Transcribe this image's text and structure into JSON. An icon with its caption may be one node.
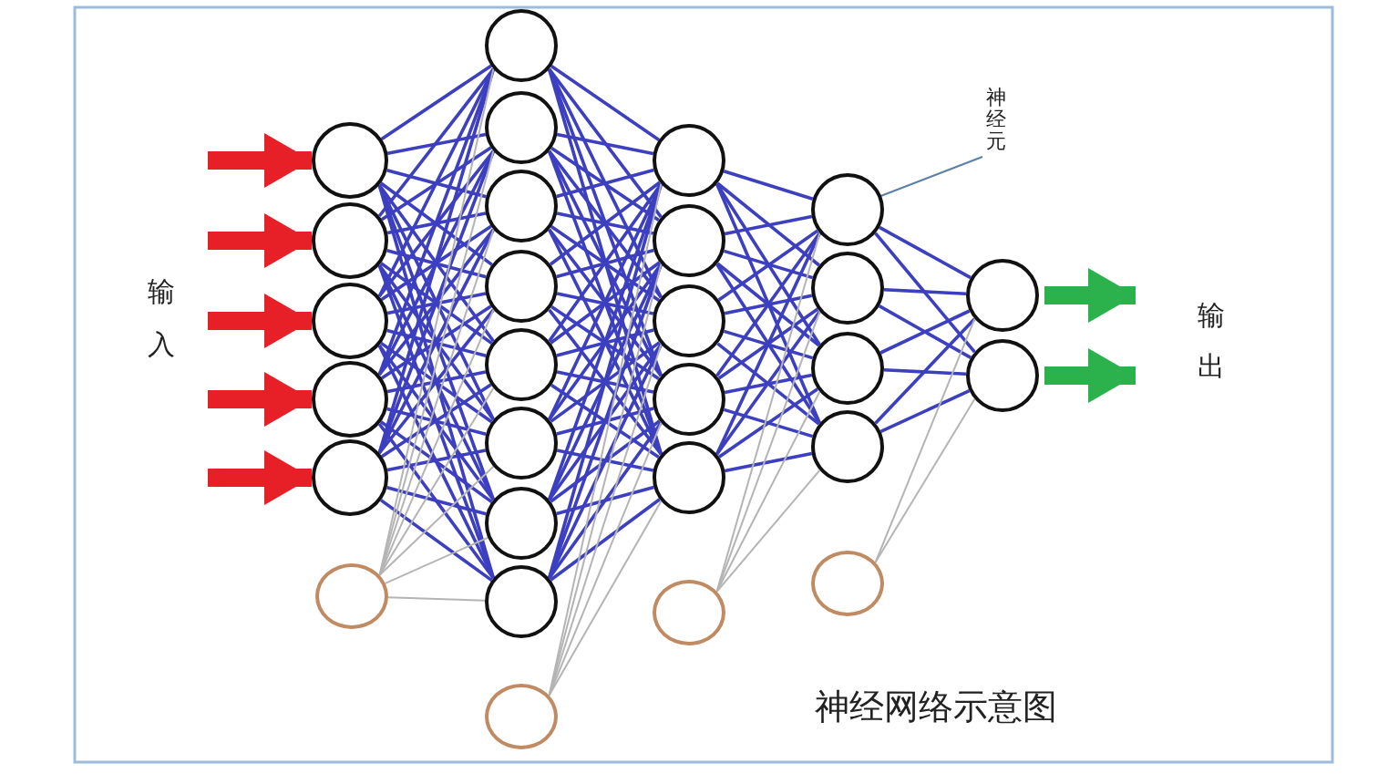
{
  "diagram": {
    "title": "神经网络示意图",
    "nodes": [
      {
        "text": [],
        "shape": "circle"
      },
      {
        "text": [],
        "shape": "circle"
      },
      {
        "text": [],
        "shape": "circle"
      },
      {
        "text": [],
        "shape": "circle"
      },
      {
        "text": [],
        "shape": "circle"
      },
      {
        "text": [],
        "shape": "circle"
      },
      {
        "text": [],
        "shape": "circle"
      },
      {
        "text": [],
        "shape": "circle"
      },
      {
        "text": [],
        "shape": "circle"
      },
      {
        "text": [],
        "shape": "circle"
      },
      {
        "text": [],
        "shape": "circle"
      },
      {
        "text": [],
        "shape": "circle"
      },
      {
        "text": [],
        "shape": "circle"
      },
      {
        "text": [],
        "shape": "circle"
      },
      {
        "text": [],
        "shape": "circle"
      },
      {
        "text": [],
        "shape": "circle"
      },
      {
        "text": [],
        "shape": "circle"
      },
      {
        "text": [],
        "shape": "circle"
      },
      {
        "text": [],
        "shape": "circle"
      },
      {
        "text": [],
        "shape": "circle"
      },
      {
        "text": [],
        "shape": "circle"
      },
      {
        "text": [],
        "shape": "circle"
      },
      {
        "text": [],
        "shape": "circle"
      },
      {
        "text": [],
        "shape": "circle"
      },
      {
        "text": [],
        "shape": "circle"
      },
      {
        "text": [],
        "shape": "circle"
      },
      {
        "text": [],
        "shape": "circle"
      },
      {
        "text": [],
        "shape": "circle"
      },
      {
        "text": [
          "神经元"
        ]
      }
    ],
    "edges": [
      {
        "from": 0,
        "to": 6,
        "arrow": "none"
      },
      {
        "from": 0,
        "to": 7,
        "arrow": "none"
      },
      {
        "from": 0,
        "to": 8,
        "arrow": "none"
      },
      {
        "from": 0,
        "to": 9,
        "arrow": "none"
      },
      {
        "from": 0,
        "to": 10,
        "arrow": "none"
      },
      {
        "from": 0,
        "to": 11,
        "arrow": "none"
      },
      {
        "from": 0,
        "to": 12,
        "arrow": "none"
      },
      {
        "from": 0,
        "to": 13,
        "arrow": "none"
      },
      {
        "from": 1,
        "to": 6,
        "arrow": "none"
      },
      {
        "from": 1,
        "to": 7,
        "arrow": "none"
      },
      {
        "from": 1,
        "to": 8,
        "arrow": "none"
      },
      {
        "from": 1,
        "to": 9,
        "arrow": "none"
      },
      {
        "from": 1,
        "to": 10,
        "arrow": "none"
      },
      {
        "from": 1,
        "to": 11,
        "arrow": "none"
      },
      {
        "from": 1,
        "to": 12,
        "arrow": "none"
      },
      {
        "from": 1,
        "to": 13,
        "arrow": "none"
      },
      {
        "from": 2,
        "to": 6,
        "arrow": "none"
      },
      {
        "from": 2,
        "to": 7,
        "arrow": "none"
      },
      {
        "from": 2,
        "to": 8,
        "arrow": "none"
      },
      {
        "from": 2,
        "to": 9,
        "arrow": "none"
      },
      {
        "from": 2,
        "to": 10,
        "arrow": "none"
      },
      {
        "from": 2,
        "to": 11,
        "arrow": "none"
      },
      {
        "from": 2,
        "to": 12,
        "arrow": "none"
      },
      {
        "from": 2,
        "to": 13,
        "arrow": "none"
      },
      {
        "from": 3,
        "to": 6,
        "arrow": "none"
      },
      {
        "from": 3,
        "to": 7,
        "arrow": "none"
      },
      {
        "from": 3,
        "to": 8,
        "arrow": "none"
      },
      {
        "from": 3,
        "to": 9,
        "arrow": "none"
      },
      {
        "from": 3,
        "to": 10,
        "arrow": "none"
      },
      {
        "from": 3,
        "to": 11,
        "arrow": "none"
      },
      {
        "from": 3,
        "to": 12,
        "arrow": "none"
      },
      {
        "from": 3,
        "to": 13,
        "arrow": "none"
      },
      {
        "from": 4,
        "to": 6,
        "arrow": "none"
      },
      {
        "from": 4,
        "to": 7,
        "arrow": "none"
      },
      {
        "from": 4,
        "to": 8,
        "arrow": "none"
      },
      {
        "from": 4,
        "to": 9,
        "arrow": "none"
      },
      {
        "from": 4,
        "to": 10,
        "arrow": "none"
      },
      {
        "from": 4,
        "to": 11,
        "arrow": "none"
      },
      {
        "from": 4,
        "to": 12,
        "arrow": "none"
      },
      {
        "from": 4,
        "to": 13,
        "arrow": "none"
      },
      {
        "from": 5,
        "to": 6,
        "arrow": "none",
        "color": "#b4b4b4"
      },
      {
        "from": 5,
        "to": 7,
        "arrow": "none",
        "color": "#b4b4b4"
      },
      {
        "from": 5,
        "to": 8,
        "arrow": "none",
        "color": "#b4b4b4"
      },
      {
        "from": 5,
        "to": 9,
        "arrow": "none",
        "color": "#b4b4b4"
      },
      {
        "from": 5,
        "to": 10,
        "arrow": "none",
        "color": "#b4b4b4"
      },
      {
        "from": 5,
        "to": 11,
        "arrow": "none",
        "color": "#b4b4b4"
      },
      {
        "from": 5,
        "to": 12,
        "arrow": "none",
        "color": "#b4b4b4"
      },
      {
        "from": 5,
        "to": 13,
        "arrow": "none",
        "color": "#b4b4b4"
      },
      {
        "from": 6,
        "to": 15,
        "arrow": "none"
      },
      {
        "from": 6,
        "to": 16,
        "arrow": "none"
      },
      {
        "from": 6,
        "to": 17,
        "arrow": "none"
      },
      {
        "from": 6,
        "to": 18,
        "arrow": "none"
      },
      {
        "from": 6,
        "to": 19,
        "arrow": "none"
      },
      {
        "from": 7,
        "to": 15,
        "arrow": "none"
      },
      {
        "from": 7,
        "to": 16,
        "arrow": "none"
      },
      {
        "from": 7,
        "to": 17,
        "arrow": "none"
      },
      {
        "from": 7,
        "to": 18,
        "arrow": "none"
      },
      {
        "from": 7,
        "to": 19,
        "arrow": "none"
      },
      {
        "from": 8,
        "to": 15,
        "arrow": "none"
      },
      {
        "from": 8,
        "to": 16,
        "arrow": "none"
      },
      {
        "from": 8,
        "to": 17,
        "arrow": "none"
      },
      {
        "from": 8,
        "to": 18,
        "arrow": "none"
      },
      {
        "from": 8,
        "to": 19,
        "arrow": "none"
      },
      {
        "from": 9,
        "to": 15,
        "arrow": "none"
      },
      {
        "from": 9,
        "to": 16,
        "arrow": "none"
      },
      {
        "from": 9,
        "to": 17,
        "arrow": "none"
      },
      {
        "from": 9,
        "to": 18,
        "arrow": "none"
      },
      {
        "from": 9,
        "to": 19,
        "arrow": "none"
      },
      {
        "from": 10,
        "to": 15,
        "arrow": "none"
      },
      {
        "from": 10,
        "to": 16,
        "arrow": "none"
      },
      {
        "from": 10,
        "to": 17,
        "arrow": "none"
      },
      {
        "from": 10,
        "to": 18,
        "arrow": "none"
      },
      {
        "from": 10,
        "to": 19,
        "arrow": "none"
      },
      {
        "from": 11,
        "to": 15,
        "arrow": "none"
      },
      {
        "from": 11,
        "to": 16,
        "arrow": "none"
      },
      {
        "from": 11,
        "to": 17,
        "arrow": "none"
      },
      {
        "from": 11,
        "to": 18,
        "arrow": "none"
      },
      {
        "from": 11,
        "to": 19,
        "arrow": "none"
      },
      {
        "from": 12,
        "to": 15,
        "arrow": "none"
      },
      {
        "from": 12,
        "to": 16,
        "arrow": "none"
      },
      {
        "from": 12,
        "to": 17,
        "arrow": "none"
      },
      {
        "from": 12,
        "to": 18,
        "arrow": "none"
      },
      {
        "from": 12,
        "to": 19,
        "arrow": "none"
      },
      {
        "from": 13,
        "to": 15,
        "arrow": "none"
      },
      {
        "from": 13,
        "to": 16,
        "arrow": "none"
      },
      {
        "from": 13,
        "to": 17,
        "arrow": "none"
      },
      {
        "from": 13,
        "to": 18,
        "arrow": "none"
      },
      {
        "from": 13,
        "to": 19,
        "arrow": "none"
      },
      {
        "from": 14,
        "to": 15,
        "arrow": "none",
        "color": "#b4b4b4"
      },
      {
        "from": 14,
        "to": 16,
        "arrow": "none",
        "color": "#b4b4b4"
      },
      {
        "from": 14,
        "to": 17,
        "arrow": "none",
        "color": "#b4b4b4"
      },
      {
        "from": 14,
        "to": 18,
        "arrow": "none",
        "color": "#b4b4b4"
      },
      {
        "from": 14,
        "to": 19,
        "arrow": "none",
        "color": "#b4b4b4"
      },
      {
        "from": 15,
        "to": 21,
        "arrow": "none"
      },
      {
        "from": 15,
        "to": 22,
        "arrow": "none"
      },
      {
        "from": 15,
        "to": 23,
        "arrow": "none"
      },
      {
        "from": 15,
        "to": 24,
        "arrow": "none"
      },
      {
        "from": 16,
        "to": 21,
        "arrow": "none"
      },
      {
        "from": 16,
        "to": 22,
        "arrow": "none"
      },
      {
        "from": 16,
        "to": 23,
        "arrow": "none"
      },
      {
        "from": 16,
        "to": 24,
        "arrow": "none"
      },
      {
        "from": 17,
        "to": 21,
        "arrow": "none"
      },
      {
        "from": 17,
        "to": 22,
        "arrow": "none"
      },
      {
        "from": 17,
        "to": 23,
        "arrow": "none"
      },
      {
        "from": 17,
        "to": 24,
        "arrow": "none"
      },
      {
        "from": 18,
        "to": 21,
        "arrow": "none"
      },
      {
        "from": 18,
        "to": 22,
        "arrow": "none"
      },
      {
        "from": 18,
        "to": 23,
        "arrow": "none"
      },
      {
        "from": 18,
        "to": 24,
        "arrow": "none"
      },
      {
        "from": 19,
        "to": 21,
        "arrow": "none"
      },
      {
        "from": 19,
        "to": 22,
        "arrow": "none"
      },
      {
        "from": 19,
        "to": 23,
        "arrow": "none"
      },
      {
        "from": 19,
        "to": 24,
        "arrow": "none"
      },
      {
        "from": 20,
        "to": 21,
        "arrow": "none",
        "color": "#b4b4b4"
      },
      {
        "from": 20,
        "to": 22,
        "arrow": "none",
        "color": "#b4b4b4"
      },
      {
        "from": 20,
        "to": 23,
        "arrow": "none",
        "color": "#b4b4b4"
      },
      {
        "from": 20,
        "to": 24,
        "arrow": "none",
        "color": "#b4b4b4"
      },
      {
        "from": 21,
        "to": 26,
        "arrow": "none"
      },
      {
        "from": 21,
        "to": 27,
        "arrow": "none"
      },
      {
        "from": 22,
        "to": 26,
        "arrow": "none"
      },
      {
        "from": 22,
        "to": 27,
        "arrow": "none"
      },
      {
        "from": 23,
        "to": 26,
        "arrow": "none"
      },
      {
        "from": 23,
        "to": 27,
        "arrow": "none"
      },
      {
        "from": 24,
        "to": 26,
        "arrow": "none"
      },
      {
        "from": 24,
        "to": 27,
        "arrow": "none"
      },
      {
        "from": 25,
        "to": 26,
        "arrow": "none",
        "color": "#b4b4b4"
      },
      {
        "from": 25,
        "to": 27,
        "arrow": "none",
        "color": "#b4b4b4"
      },
      {
        "from": null,
        "to": 0,
        "arrow": "to",
        "style": "thick",
        "color": "#e62026"
      },
      {
        "from": null,
        "to": 1,
        "arrow": "to",
        "style": "thick",
        "color": "#e62026"
      },
      {
        "from": null,
        "to": 2,
        "arrow": "to",
        "style": "thick",
        "color": "#e62026"
      },
      {
        "from": null,
        "to": 3,
        "arrow": "to",
        "style": "thick",
        "color": "#e62026"
      },
      {
        "from": null,
        "to": 4,
        "arrow": "to",
        "style": "thick",
        "color": "#e62026"
      },
      {
        "from": 26,
        "to": null,
        "arrow": "to",
        "style": "thick",
        "color": "#2bb24c"
      },
      {
        "from": 27,
        "to": null,
        "arrow": "to",
        "style": "thick",
        "color": "#2bb24c"
      },
      {
        "from": 28,
        "to": 21,
        "arrow": "none",
        "color": "#5b7fa6"
      }
    ],
    "labels": [
      "输入",
      "输出"
    ]
  }
}
